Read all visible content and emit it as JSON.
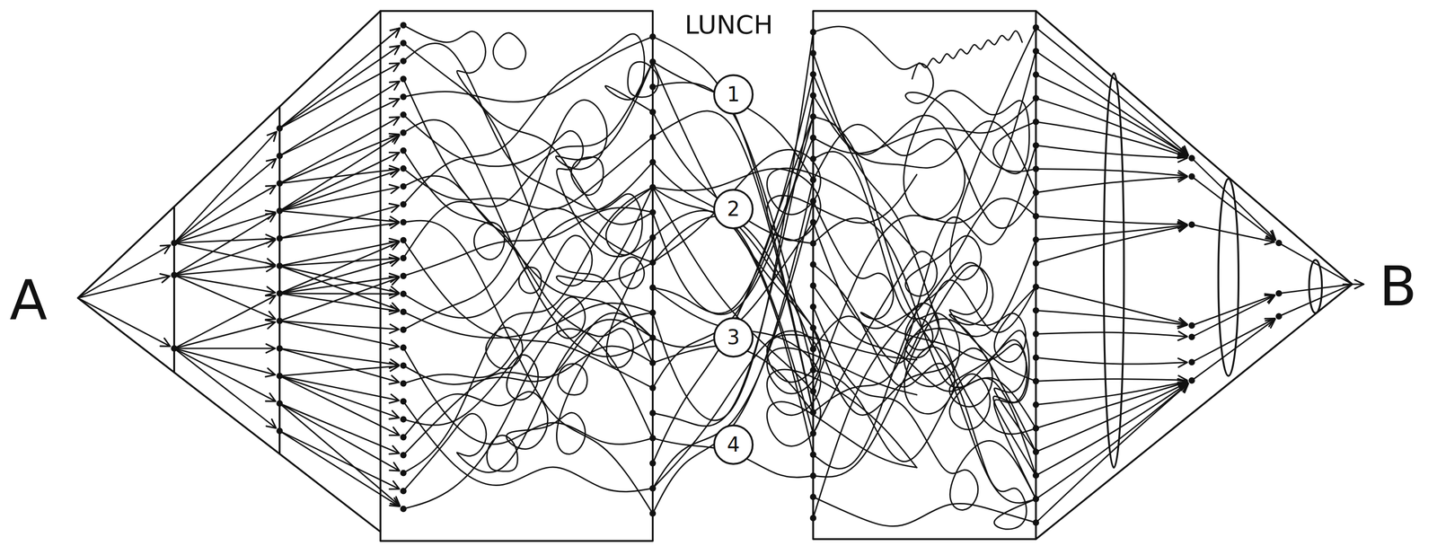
{
  "diagram": {
    "nodes": [
      {
        "text": [
          "1"
        ]
      },
      {
        "text": [
          "2"
        ]
      },
      {
        "text": [
          "3"
        ]
      },
      {
        "text": [
          "4"
        ]
      }
    ],
    "labels": [
      "A",
      "LUNCH",
      "B"
    ]
  }
}
